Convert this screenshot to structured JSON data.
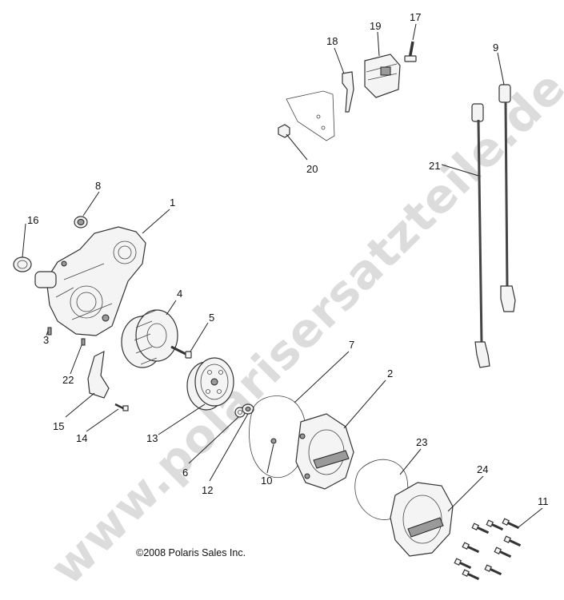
{
  "watermark": "www.polarisersatzteile.de",
  "copyright": "©2008 Polaris Sales Inc.",
  "callouts": {
    "c1": "1",
    "c2": "2",
    "c3": "3",
    "c4": "4",
    "c5": "5",
    "c6": "6",
    "c7": "7",
    "c8": "8",
    "c9": "9",
    "c10": "10",
    "c11": "11",
    "c12": "12",
    "c13": "13",
    "c14": "14",
    "c15": "15",
    "c16": "16",
    "c17": "17",
    "c18": "18",
    "c19": "19",
    "c20": "20",
    "c21": "21",
    "c22": "22",
    "c23": "23",
    "c24": "24"
  }
}
